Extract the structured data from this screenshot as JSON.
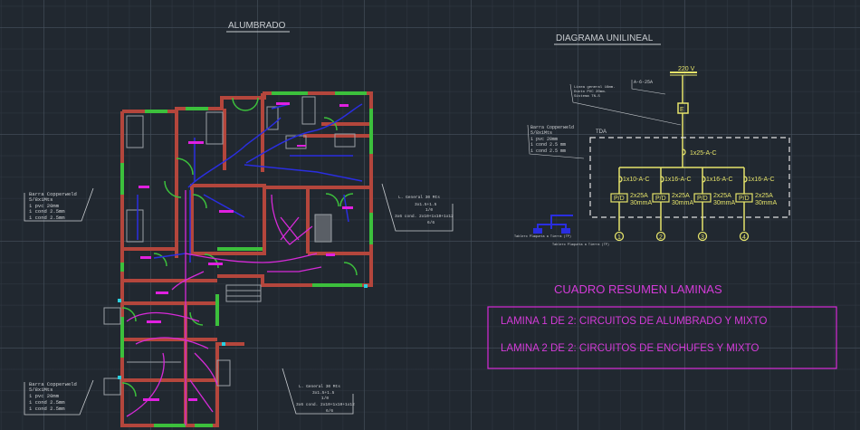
{
  "titles": {
    "plan": "ALUMBRADO",
    "diagram": "DIAGRAMA UNILINEAL"
  },
  "ground_notes": {
    "top_left": [
      "Barra Copperweld",
      "5/8x1Mts",
      "1 pvc 20mm",
      "1 cond 2.5mm",
      "1 cond 2.5mm"
    ],
    "bottom_left": [
      "Barra Copperweld",
      "5/8x1Mts",
      "1 pvc 20mm",
      "1 cond 2.5mm",
      "1 cond 2.5mm"
    ],
    "diagram": [
      "Barra Copperweld",
      "5/8x1Mts",
      "1 pvc 20mm",
      "1 cond 2.5 mm",
      "1 cond 2.5 mm"
    ]
  },
  "feeder_notes": {
    "right": [
      "L. General 30 Mts",
      "3x1.5+1.5",
      "1/0",
      "3x6 cond. 2x10+1x10+1x12",
      "6/6"
    ],
    "bottom": [
      "L. General 30 Mts",
      "3x1.5+1.5",
      "1/0",
      "3x6 cond. 2x10+1x10+1x12",
      "6/6"
    ]
  },
  "diagram": {
    "supply": "220 V",
    "meter_note": "A-6-25A",
    "line_note": [
      "Linea general 16mm.",
      "Ducto PVC 20mm.",
      "Sistema TN-S"
    ],
    "meter": "E",
    "panel": "TDA",
    "main_breaker": "1x25-A-C",
    "circuits": [
      {
        "breaker": "1x10-A-C",
        "rcd": "P/D",
        "rating": "2x25A",
        "sens": "30mmA",
        "num": "1"
      },
      {
        "breaker": "1x16-A-C",
        "rcd": "P/D",
        "rating": "2x25A",
        "sens": "30mmA",
        "num": "2"
      },
      {
        "breaker": "1x16-A-C",
        "rcd": "P/D",
        "rating": "2x25A",
        "sens": "30mmA",
        "num": "3"
      },
      {
        "breaker": "1x16-A-C",
        "rcd": "P/D",
        "rating": "2x25A",
        "sens": "30mmA",
        "num": "4"
      }
    ],
    "ground_labels": [
      "Tablero Plaqueta a Tierra (TP)",
      "Tablero Plaqueta a Tierra (TP)"
    ]
  },
  "summary": {
    "title": "CUADRO RESUMEN LAMINAS",
    "rows": [
      "LAMINA 1 DE 2:  CIRCUITOS DE ALUMBRADO Y MIXTO",
      "LAMINA 2 DE 2:  CIRCUITOS DE ENCHUFES Y MIXTO"
    ]
  },
  "colors": {
    "wall": "#b4463c",
    "opening": "#3cc03c",
    "light_circuit": "#2a2ee0",
    "mixed_circuit": "#d62ad8",
    "diagram": "#e5e36a",
    "background": "#212830"
  }
}
